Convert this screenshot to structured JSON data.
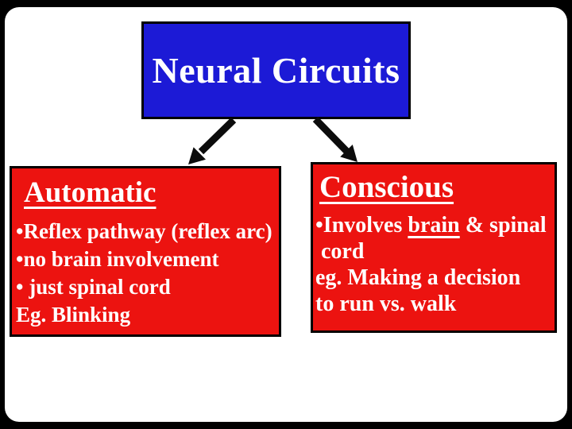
{
  "title_box": {
    "text": "Neural Circuits"
  },
  "left_box": {
    "title": "Automatic",
    "lines": [
      "•Reflex pathway (reflex arc)",
      "•no brain involvement",
      "• just spinal cord",
      "Eg. Blinking"
    ]
  },
  "right_box": {
    "title": "Conscious",
    "bullet_pre": "•Involves ",
    "bullet_underlined": "brain",
    "bullet_post": " & spinal",
    "lines": [
      " cord",
      "eg. Making a decision",
      "to run vs. walk"
    ]
  },
  "icons": {
    "left_arrow": "arrow-down-left",
    "right_arrow": "arrow-down-right"
  },
  "colors": {
    "frame": "#000000",
    "slide_bg": "#ffffff",
    "title_bg": "#1c1ad6",
    "box_bg": "#ec1310",
    "text": "#ffffff",
    "arrow": "#0c0c0c"
  }
}
